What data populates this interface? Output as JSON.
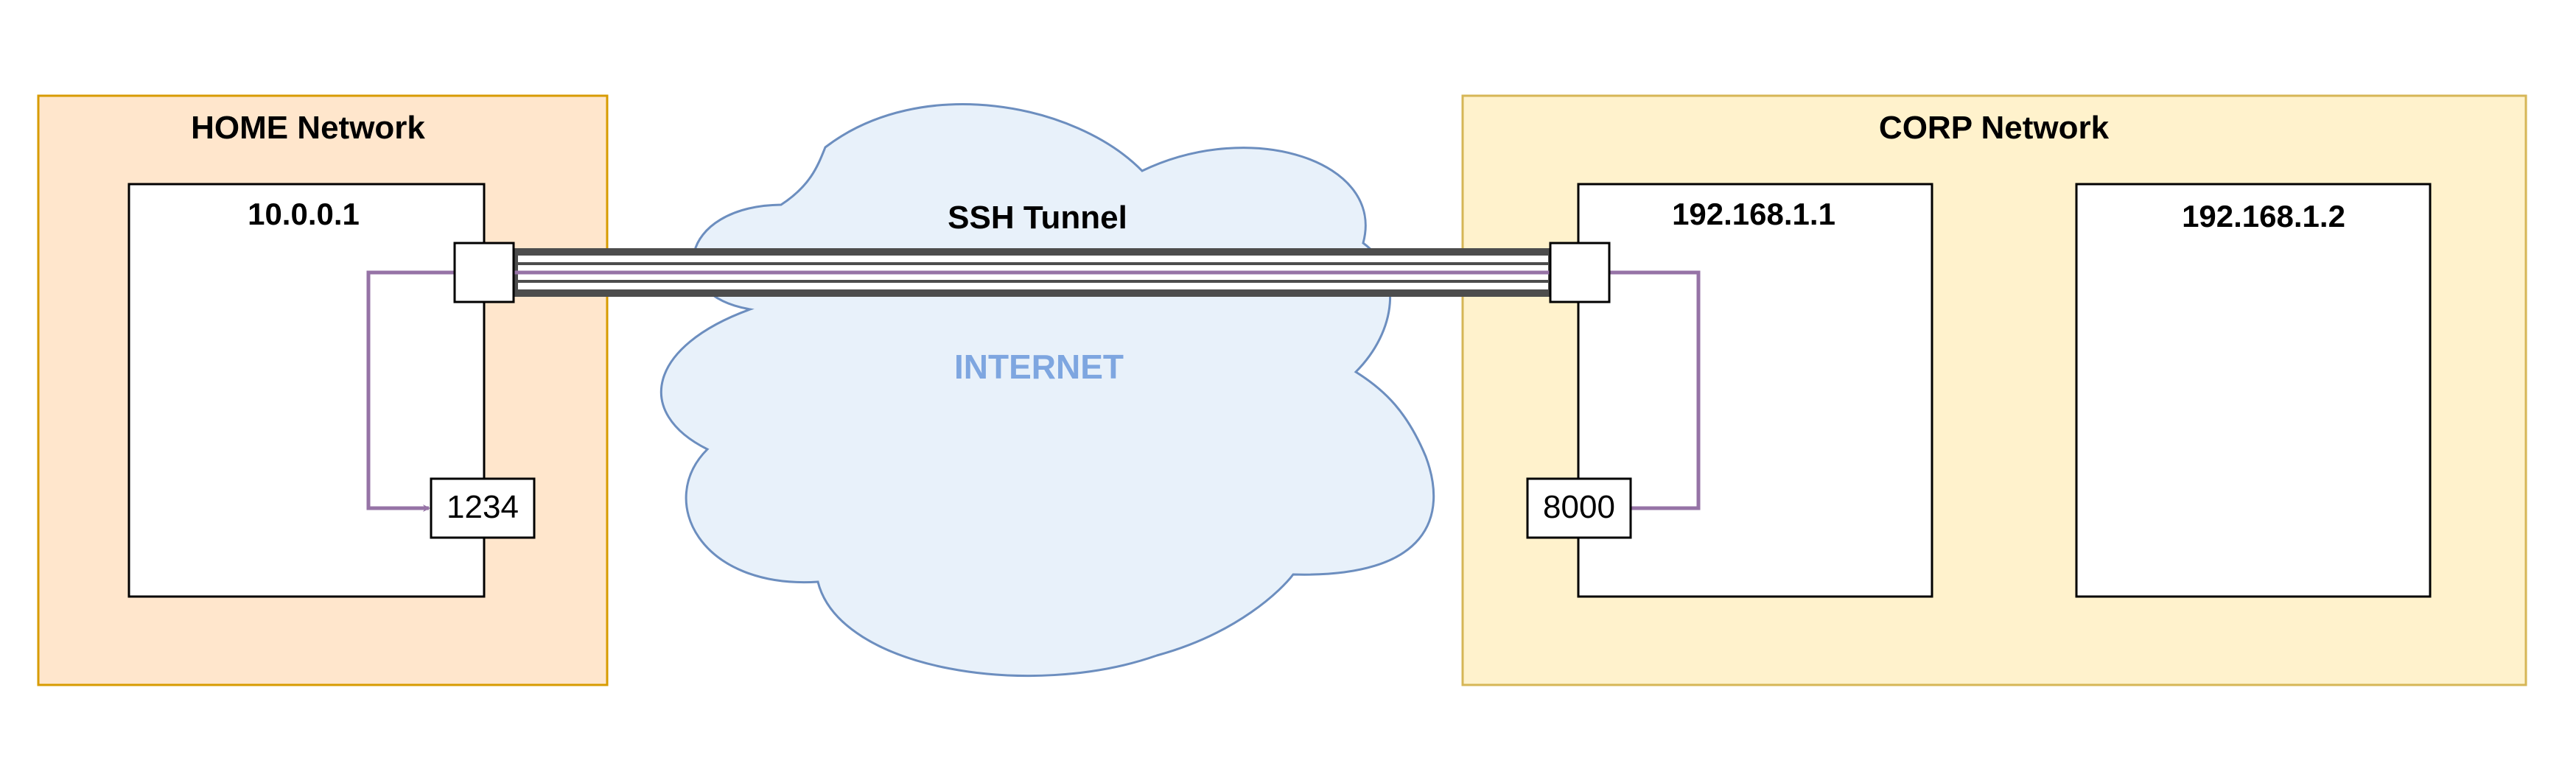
{
  "home_network": {
    "title": "HOME Network",
    "host": {
      "ip": "10.0.0.1",
      "local_port": "1234"
    }
  },
  "corp_network": {
    "title": "CORP Network",
    "host_a": {
      "ip": "192.168.1.1",
      "remote_port": "8000"
    },
    "host_b": {
      "ip": "192.168.1.2"
    }
  },
  "internet": {
    "label": "INTERNET"
  },
  "tunnel": {
    "label": "SSH Tunnel"
  },
  "colors": {
    "home_fill": "#FFE6CC",
    "home_stroke": "#D79B00",
    "corp_fill": "#FFF2CC",
    "corp_stroke": "#D6B656",
    "cloud_fill": "#E8F1FA",
    "cloud_stroke": "#6C8EBF",
    "internet_text": "#7EA6E0",
    "forward_path": "#9673A6",
    "tunnel_stroke": "#4D4D4D"
  }
}
